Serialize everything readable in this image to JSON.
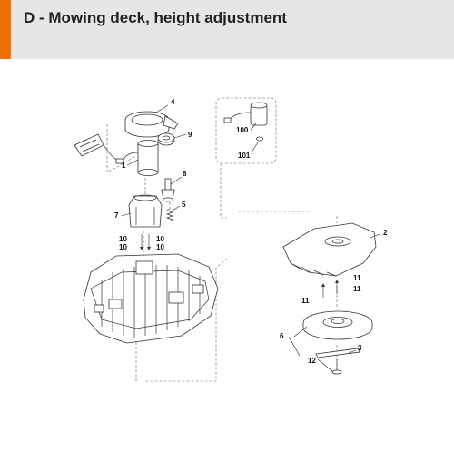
{
  "header": {
    "title": "D - Mowing deck, height adjustment",
    "accent_color": "#ee7203",
    "background_color": "#e6e6e6"
  },
  "callouts": {
    "c1": "1",
    "c2": "2",
    "c3": "3",
    "c4": "4",
    "c5": "5",
    "c6": "6",
    "c7": "7",
    "c8": "8",
    "c9": "9",
    "c10a": "10",
    "c10b": "10",
    "c10c": "10",
    "c10d": "10",
    "c11a": "11",
    "c11b": "11",
    "c11c": "11",
    "c12": "12",
    "c100": "100",
    "c101": "101"
  }
}
